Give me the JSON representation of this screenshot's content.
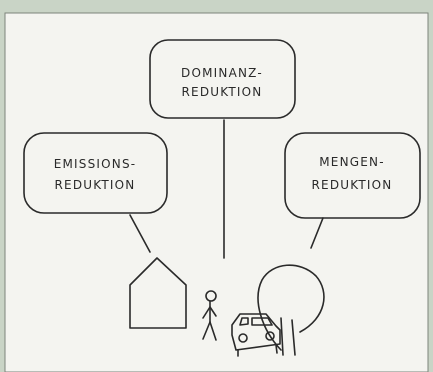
{
  "bubbles": {
    "top": {
      "line1": "DOMINANZ-",
      "line2": "REDUKTION"
    },
    "left": {
      "line1": "EMISSIONS-",
      "line2": "REDUKTION"
    },
    "right": {
      "line1": "MENGEN-",
      "line2": "REDUKTION"
    }
  },
  "colors": {
    "background": "#c9d4c6",
    "panel": "#f4f4f0",
    "ink": "#2a2a2a"
  }
}
